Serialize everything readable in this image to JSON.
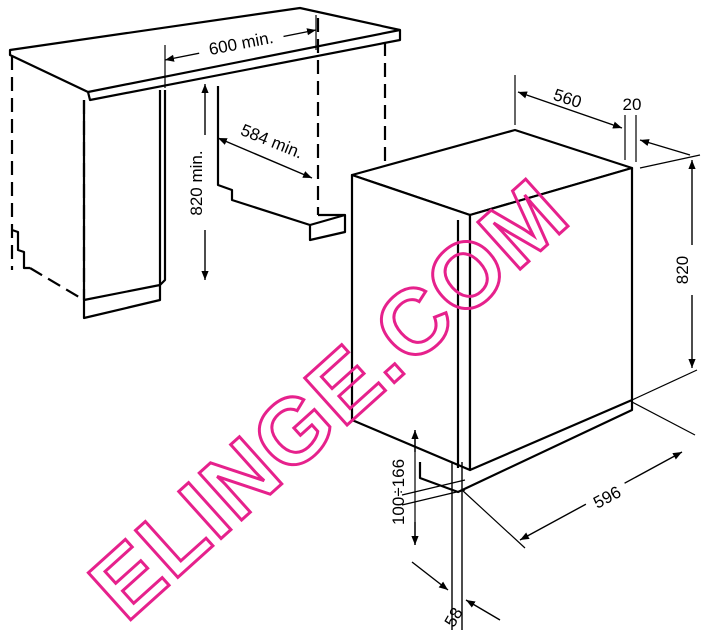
{
  "dimensions": {
    "cabinet_width": "600 min.",
    "cabinet_height": "820 min.",
    "cabinet_depth": "584 min.",
    "appliance_depth": "560",
    "door_thickness": "20",
    "appliance_height": "820",
    "appliance_width": "596",
    "plinth_height": "100÷166",
    "plinth_recess": "58"
  },
  "watermark": "ELINGE.COM",
  "colors": {
    "line": "#000000",
    "watermark": "#e6218c"
  }
}
